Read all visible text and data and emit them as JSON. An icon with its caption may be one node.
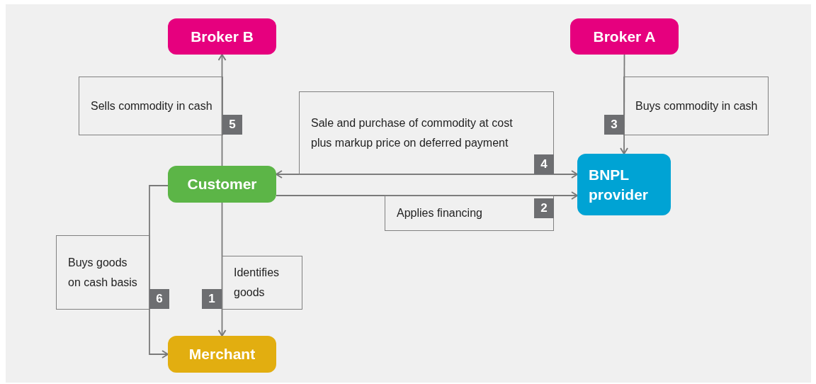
{
  "diagram": {
    "nodes": [
      {
        "text": [
          "Broker B"
        ]
      },
      {
        "text": [
          "Broker A"
        ]
      },
      {
        "text": [
          "Customer"
        ]
      },
      {
        "text": [
          "BNPL provider"
        ]
      },
      {
        "text": [
          "Merchant"
        ]
      }
    ],
    "edges": [
      {
        "from": 2,
        "to": 0,
        "arrow": "to",
        "label": "Sells commodity in cash"
      },
      {
        "from": 1,
        "to": 3,
        "arrow": "to",
        "label": "Buys commodity in cash"
      },
      {
        "from": 2,
        "to": 3,
        "arrow": "both",
        "label": "Sale and purchase of commodity at cost plus markup price on deferred payment"
      },
      {
        "from": 2,
        "to": 3,
        "arrow": "to",
        "label": "Applies financing"
      },
      {
        "from": 2,
        "to": 4,
        "arrow": "to",
        "label": "Buys goods on cash basis"
      },
      {
        "from": 2,
        "to": 4,
        "arrow": "to",
        "label": "Identifies goods"
      }
    ],
    "labels": [
      "5",
      "3",
      "4",
      "2",
      "6",
      "1"
    ]
  }
}
